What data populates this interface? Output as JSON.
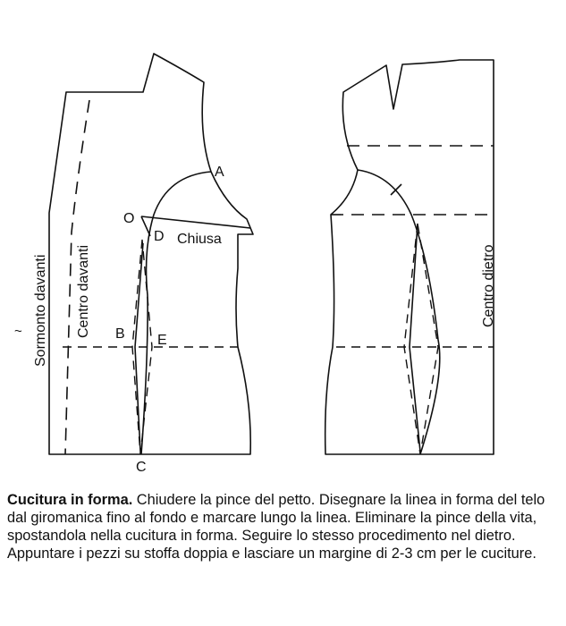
{
  "labels": {
    "front": {
      "sormonto": "Sormonto davanti",
      "centro": "Centro davanti",
      "point_a": "A",
      "point_o": "O",
      "point_d": "D",
      "chiusa": "Chiusa",
      "point_b": "B",
      "point_e": "E",
      "point_c": "C"
    },
    "back": {
      "centro": "Centro dietro"
    }
  },
  "caption": {
    "title": "Cucitura in forma.",
    "body": " Chiudere la pince del petto. Disegnare la linea in forma del telo dal giromanica fino al fondo e marcare lungo la linea. Eliminare la pince della vita, spostandola nella cucitura in forma. Seguire lo stesso procedimento nel dietro. Appuntare i pezzi su stoffa doppia e lasciare un margine di 2-3 cm per le cuciture."
  }
}
